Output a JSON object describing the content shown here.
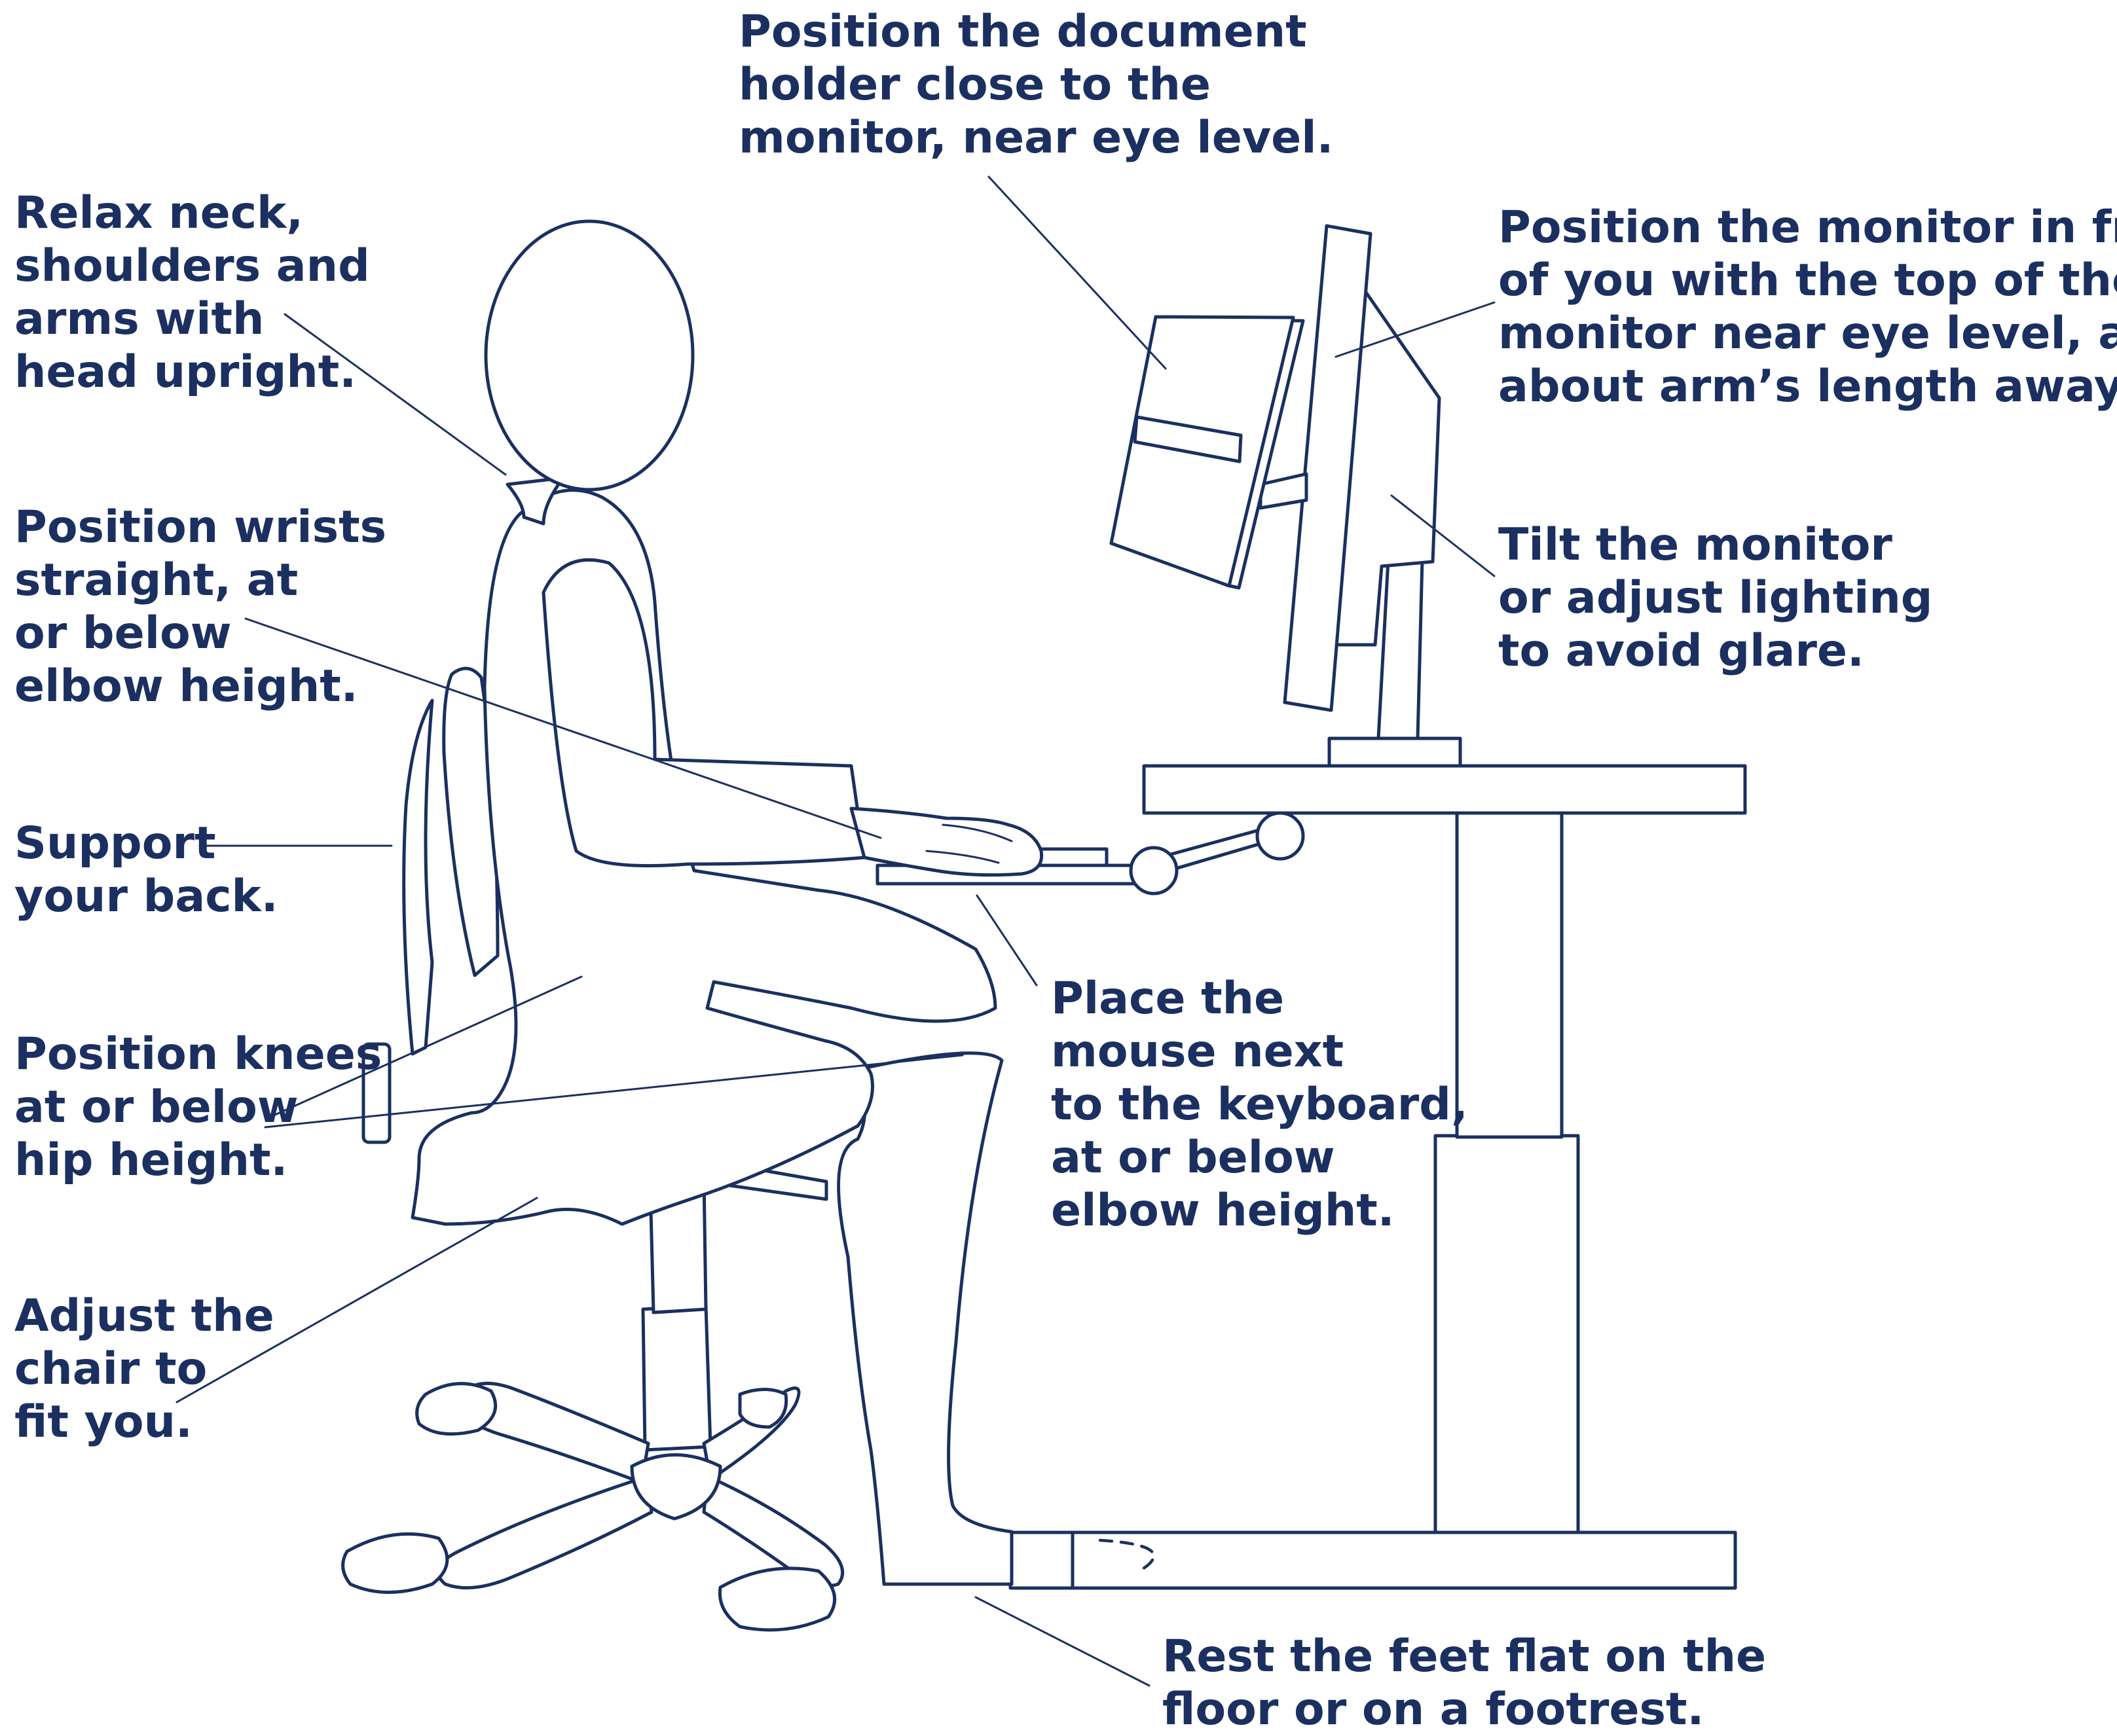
{
  "colors": {
    "ink": "#1b3060",
    "background": "#ffffff"
  },
  "labels": {
    "relax_neck": [
      "Relax neck,",
      "shoulders and",
      "arms with",
      "head upright."
    ],
    "document_holder": [
      "Position the document",
      "holder close to the",
      "monitor, near eye level."
    ],
    "monitor_position": [
      "Position the monitor in front",
      "of you with the top of the",
      "monitor near eye level, at",
      "about arm’s  length away."
    ],
    "tilt_monitor": [
      "Tilt the monitor",
      "or adjust lighting",
      "to avoid glare."
    ],
    "wrists": [
      "Position wrists",
      "straight, at",
      "or below",
      "elbow height."
    ],
    "support_back": [
      "Support",
      "your back."
    ],
    "knees": [
      "Position knees",
      "at or below",
      "hip height."
    ],
    "mouse": [
      "Place the",
      "mouse next",
      "to the keyboard,",
      "at or below",
      "elbow height."
    ],
    "adjust_chair": {
      "line1": "Adjust the",
      "line2": "chair to",
      "line3_prefix": "fit ",
      "line3_bold": "you",
      "line3_suffix": "."
    },
    "feet": [
      "Rest the feet flat on the",
      "floor or on a footrest."
    ]
  }
}
